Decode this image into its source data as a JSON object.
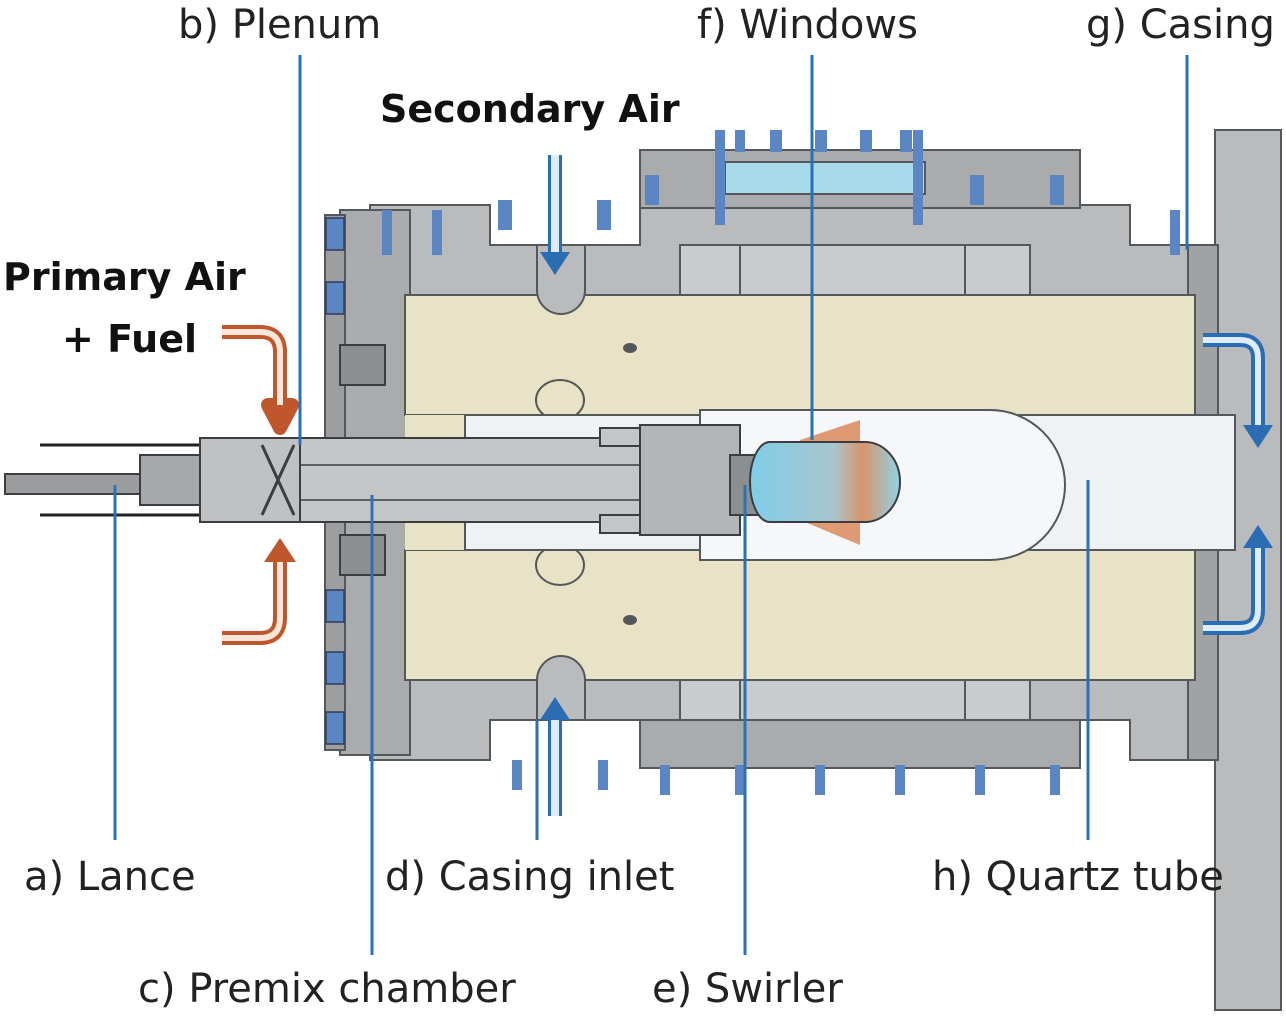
{
  "labels": {
    "lance": "a) Lance",
    "plenum": "b) Plenum",
    "premix": "c) Premix chamber",
    "casing_inlet": "d) Casing inlet",
    "swirler": "e) Swirler",
    "windows": "f) Windows",
    "casing": "g) Casing",
    "quartz_tube": "h) Quartz tube"
  },
  "flow": {
    "primary_line1": "Primary Air",
    "primary_line2": "+ Fuel",
    "secondary": "Secondary Air"
  },
  "colors": {
    "metal": "#b9bbbc",
    "metal_dark": "#8c8e90",
    "insulation": "#e8e3c6",
    "bolt": "#5b86c4",
    "quartz": "#eef2f4",
    "flame_blue": "#8fd3ea",
    "flame_orange": "#d98a5a",
    "primary_arrow": "#c0562b",
    "secondary_arrow": "#2b6db3",
    "leader": "#2a72b5"
  }
}
